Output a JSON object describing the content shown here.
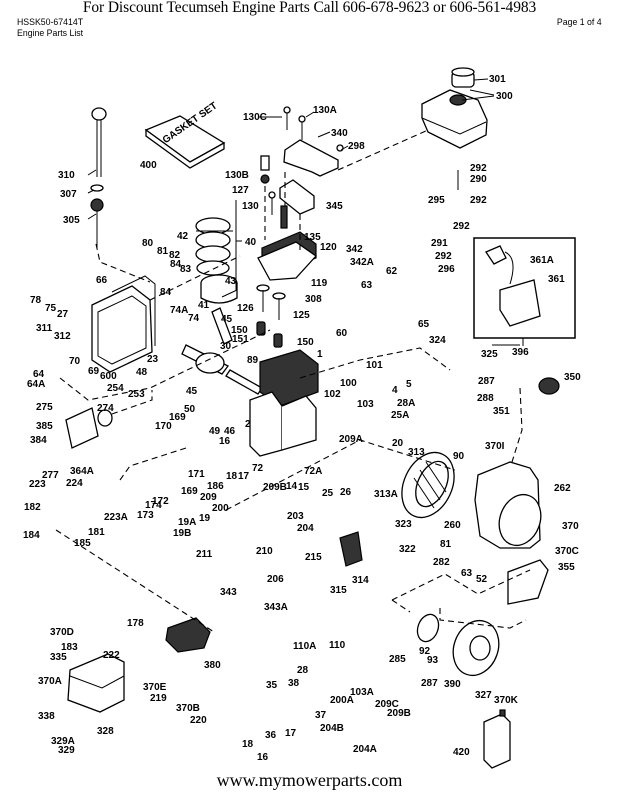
{
  "header": {
    "banner": "For  Discount Tecumseh Engine Parts Call 606-678-9623 or 606-561-4983",
    "model_code": "HSSK50-67414T",
    "list_title": "Engine Parts List",
    "page_indicator": "Page 1 of 4"
  },
  "footer": {
    "url": "www.mymowerparts.com"
  },
  "diagram": {
    "gasket_set_text": "GASKET SET",
    "labels": [
      "301",
      "300",
      "130C",
      "130A",
      "340",
      "298",
      "400",
      "310",
      "307",
      "130B",
      "127",
      "130",
      "345",
      "292",
      "290",
      "295",
      "292",
      "292",
      "305",
      "42",
      "40",
      "135",
      "120",
      "291",
      "292",
      "296",
      "342",
      "342A",
      "361A",
      "361",
      "80",
      "81",
      "82",
      "84",
      "83",
      "84",
      "43",
      "66",
      "62",
      "78",
      "75",
      "27",
      "41",
      "74A",
      "74",
      "126",
      "125",
      "119",
      "308",
      "63",
      "311",
      "312",
      "45",
      "150",
      "151",
      "150",
      "60",
      "65",
      "396",
      "70",
      "69",
      "23",
      "30",
      "89",
      "1",
      "324",
      "325",
      "64",
      "64A",
      "600",
      "254",
      "253",
      "48",
      "50",
      "45",
      "101",
      "100",
      "4",
      "5",
      "287",
      "288",
      "350",
      "102",
      "103",
      "28A",
      "25A",
      "351",
      "275",
      "274",
      "385",
      "384",
      "170",
      "169",
      "49",
      "46",
      "2",
      "16",
      "209A",
      "20",
      "313",
      "90",
      "370I",
      "171",
      "72",
      "72A",
      "364A",
      "277",
      "223",
      "224",
      "18",
      "17",
      "14",
      "15",
      "25",
      "26",
      "313A",
      "262",
      "182",
      "186",
      "172",
      "209B",
      "209",
      "223A",
      "174",
      "169",
      "173",
      "200",
      "181",
      "19",
      "203",
      "204",
      "370",
      "19A",
      "260",
      "184",
      "185",
      "19B",
      "210",
      "215",
      "323",
      "370C",
      "211",
      "322",
      "81",
      "282",
      "63",
      "52",
      "355",
      "206",
      "315",
      "314",
      "343",
      "343A",
      "178",
      "370D",
      "183",
      "110A",
      "110",
      "285",
      "92",
      "93",
      "222",
      "335",
      "380",
      "370E",
      "28",
      "38",
      "35",
      "103A",
      "370A",
      "219",
      "370B",
      "220",
      "287",
      "390",
      "327",
      "370K",
      "338",
      "200A",
      "209C",
      "209B",
      "37",
      "204B",
      "329A",
      "329",
      "328",
      "18",
      "36",
      "17",
      "16",
      "204A",
      "420"
    ]
  }
}
